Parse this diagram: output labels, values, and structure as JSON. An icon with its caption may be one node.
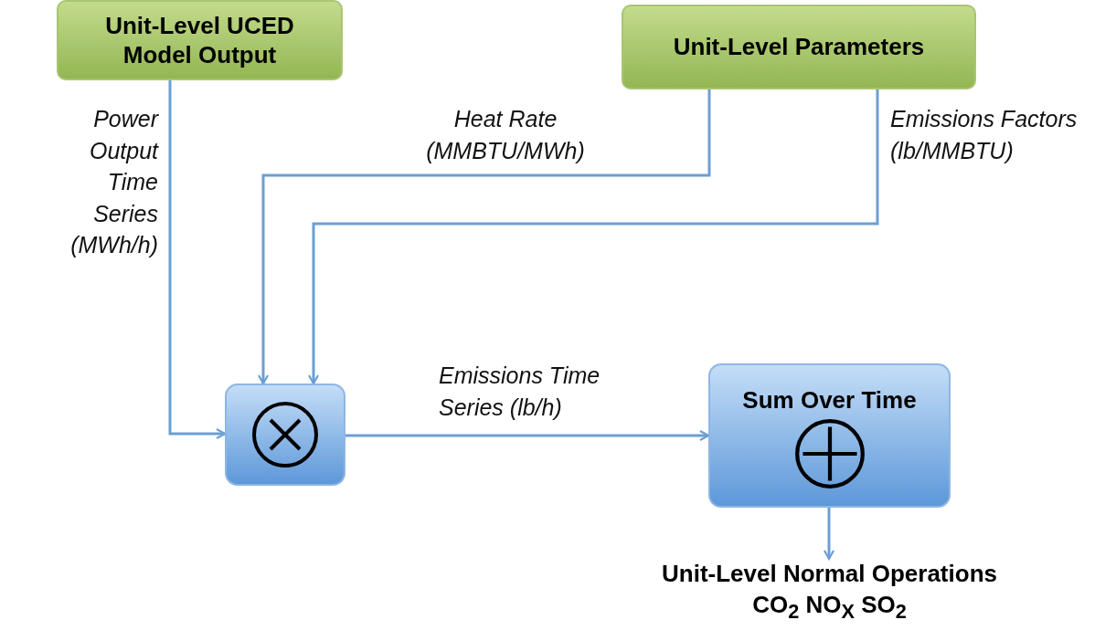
{
  "diagram": {
    "nodes": [
      {
        "text": [
          "Unit-Level UCED Model Output"
        ]
      },
      {
        "text": [
          "Unit-Level Parameters"
        ]
      },
      {
        "text": [],
        "shape": "box"
      },
      {
        "text": [
          "Sum Over Time"
        ]
      },
      {
        "text": [
          "Unit-Level Normal Operations",
          "CO$_{2}$ NO$_{X}$ SO$_{2}$"
        ]
      }
    ],
    "edges": [
      {
        "from": 0,
        "to": 2,
        "arrow": "to",
        "label": "Power Output Time Series (MWh/h)"
      },
      {
        "from": 1,
        "to": 2,
        "arrow": "to",
        "label": "Heat Rate (MMBTU/MWh)"
      },
      {
        "from": 1,
        "to": 2,
        "arrow": "to",
        "label": "Emissions Factors (lb/MMBTU)"
      },
      {
        "from": 2,
        "to": 3,
        "arrow": "to",
        "label": "Emissions Time Series (lb/h)"
      },
      {
        "from": 3,
        "to": 4,
        "arrow": "to"
      }
    ]
  }
}
